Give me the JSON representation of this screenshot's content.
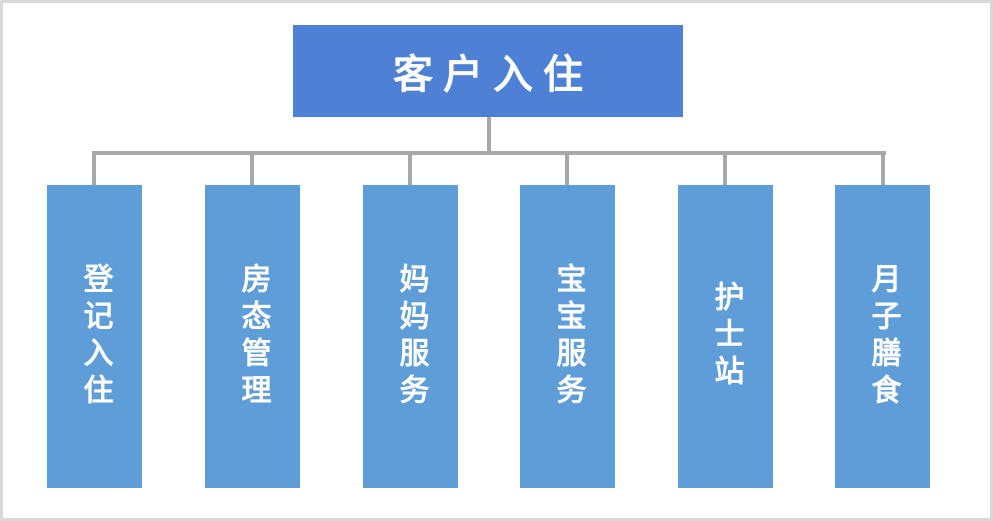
{
  "diagram": {
    "type": "org-chart",
    "root": {
      "label": "客户入住"
    },
    "children": [
      {
        "label": "登记入住"
      },
      {
        "label": "房态管理"
      },
      {
        "label": "妈妈服务"
      },
      {
        "label": "宝宝服务"
      },
      {
        "label": "护士站"
      },
      {
        "label": "月子膳食"
      }
    ],
    "colors": {
      "root_fill": "#4e81d5",
      "child_fill": "#5f9dd9",
      "connector": "#a8a8a8",
      "text": "#ffffff",
      "border": "#d8d8d8",
      "background": "#ffffff"
    }
  }
}
